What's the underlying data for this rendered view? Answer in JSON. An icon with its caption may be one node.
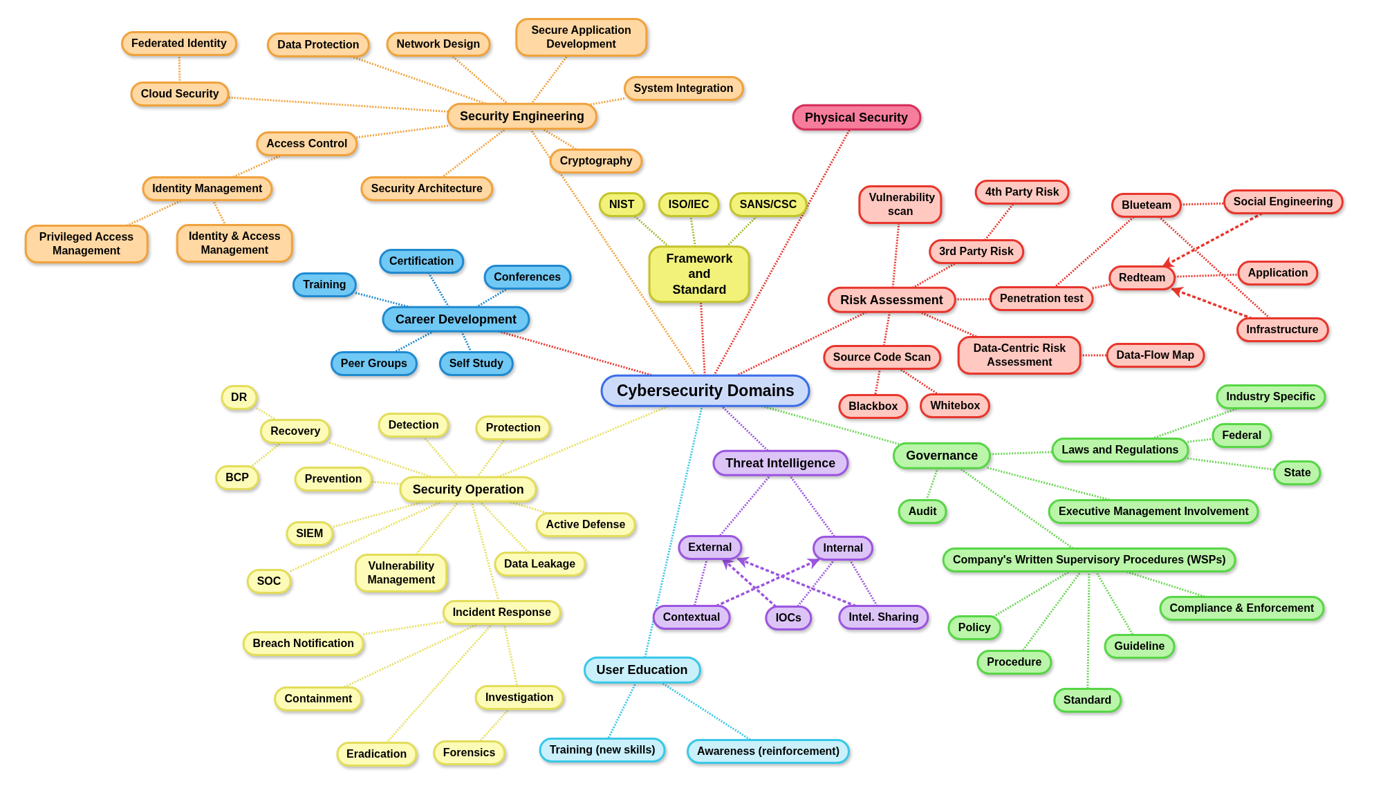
{
  "diagram": {
    "nodes": [
      {
        "text": [
          "Cybersecurity Domains"
        ]
      },
      {
        "text": [
          "Security Engineering"
        ]
      },
      {
        "text": [
          "Federated Identity"
        ]
      },
      {
        "text": [
          "Cloud Security"
        ]
      },
      {
        "text": [
          "Data Protection"
        ]
      },
      {
        "text": [
          "Network Design"
        ]
      },
      {
        "text": [
          "Secure Application Development"
        ]
      },
      {
        "text": [
          "System Integration"
        ]
      },
      {
        "text": [
          "Access Control"
        ]
      },
      {
        "text": [
          "Cryptography"
        ]
      },
      {
        "text": [
          "Security Architecture"
        ]
      },
      {
        "text": [
          "Identity Management"
        ]
      },
      {
        "text": [
          "Privileged Access Management"
        ]
      },
      {
        "text": [
          "Identity & Access Management"
        ]
      },
      {
        "text": [
          "Physical Security"
        ]
      },
      {
        "text": [
          "Framework and Standard"
        ]
      },
      {
        "text": [
          "NIST"
        ]
      },
      {
        "text": [
          "ISO/IEC"
        ]
      },
      {
        "text": [
          "SANS/CSC"
        ]
      },
      {
        "text": [
          "Career Development"
        ]
      },
      {
        "text": [
          "Training"
        ]
      },
      {
        "text": [
          "Certification"
        ]
      },
      {
        "text": [
          "Conferences"
        ]
      },
      {
        "text": [
          "Peer Groups"
        ]
      },
      {
        "text": [
          "Self Study"
        ]
      },
      {
        "text": [
          "Risk Assessment"
        ]
      },
      {
        "text": [
          "Vulnerability scan"
        ]
      },
      {
        "text": [
          "4th Party Risk"
        ]
      },
      {
        "text": [
          "3rd Party Risk"
        ]
      },
      {
        "text": [
          "Penetration test"
        ]
      },
      {
        "text": [
          "Blueteam"
        ]
      },
      {
        "text": [
          "Redteam"
        ]
      },
      {
        "text": [
          "Social Engineering"
        ]
      },
      {
        "text": [
          "Application"
        ]
      },
      {
        "text": [
          "Infrastructure"
        ]
      },
      {
        "text": [
          "Source Code Scan"
        ]
      },
      {
        "text": [
          "Data-Centric Risk Assessment"
        ]
      },
      {
        "text": [
          "Data-Flow Map"
        ]
      },
      {
        "text": [
          "Blackbox"
        ]
      },
      {
        "text": [
          "Whitebox"
        ]
      },
      {
        "text": [
          "Security Operation"
        ]
      },
      {
        "text": [
          "DR"
        ]
      },
      {
        "text": [
          "Recovery"
        ]
      },
      {
        "text": [
          "BCP"
        ]
      },
      {
        "text": [
          "Detection"
        ]
      },
      {
        "text": [
          "Protection"
        ]
      },
      {
        "text": [
          "Prevention"
        ]
      },
      {
        "text": [
          "SIEM"
        ]
      },
      {
        "text": [
          "SOC"
        ]
      },
      {
        "text": [
          "Vulnerability Management"
        ]
      },
      {
        "text": [
          "Active Defense"
        ]
      },
      {
        "text": [
          "Data Leakage"
        ]
      },
      {
        "text": [
          "Incident Response"
        ]
      },
      {
        "text": [
          "Breach Notification"
        ]
      },
      {
        "text": [
          "Containment"
        ]
      },
      {
        "text": [
          "Investigation"
        ]
      },
      {
        "text": [
          "Eradication"
        ]
      },
      {
        "text": [
          "Forensics"
        ]
      },
      {
        "text": [
          "Threat Intelligence"
        ]
      },
      {
        "text": [
          "External"
        ]
      },
      {
        "text": [
          "Internal"
        ]
      },
      {
        "text": [
          "Contextual"
        ]
      },
      {
        "text": [
          "IOCs"
        ]
      },
      {
        "text": [
          "Intel. Sharing"
        ]
      },
      {
        "text": [
          "User Education"
        ]
      },
      {
        "text": [
          "Training (new skills)"
        ]
      },
      {
        "text": [
          "Awareness (reinforcement)"
        ]
      },
      {
        "text": [
          "Governance"
        ]
      },
      {
        "text": [
          "Laws and Regulations"
        ]
      },
      {
        "text": [
          "Industry Specific"
        ]
      },
      {
        "text": [
          "Federal"
        ]
      },
      {
        "text": [
          "State"
        ]
      },
      {
        "text": [
          "Audit"
        ]
      },
      {
        "text": [
          "Executive Management Involvement"
        ]
      },
      {
        "text": [
          "Company's Written Supervisory Procedures (WSPs)"
        ]
      },
      {
        "text": [
          "Policy"
        ]
      },
      {
        "text": [
          "Procedure"
        ]
      },
      {
        "text": [
          "Guideline"
        ]
      },
      {
        "text": [
          "Standard"
        ]
      },
      {
        "text": [
          "Compliance & Enforcement"
        ]
      }
    ],
    "edges": [
      {
        "from": 0,
        "to": 1,
        "arrow": "none",
        "color": "#f0a23c"
      },
      {
        "from": 0,
        "to": 14,
        "arrow": "none",
        "color": "#e8352c"
      },
      {
        "from": 0,
        "to": 15,
        "arrow": "none",
        "color": "#e8352c"
      },
      {
        "from": 0,
        "to": 19,
        "arrow": "none",
        "color": "#e8352c"
      },
      {
        "from": 0,
        "to": 25,
        "arrow": "none",
        "color": "#e8352c"
      },
      {
        "from": 0,
        "to": 40,
        "arrow": "none",
        "color": "#e6e060"
      },
      {
        "from": 0,
        "to": 58,
        "arrow": "none",
        "color": "#9b55e0"
      },
      {
        "from": 0,
        "to": 64,
        "arrow": "none",
        "color": "#37c8e8"
      },
      {
        "from": 0,
        "to": 67,
        "arrow": "none",
        "color": "#6ad655"
      },
      {
        "from": 1,
        "to": 3,
        "arrow": "none",
        "color": "#f0a23c"
      },
      {
        "from": 1,
        "to": 4,
        "arrow": "none",
        "color": "#f0a23c"
      },
      {
        "from": 1,
        "to": 5,
        "arrow": "none",
        "color": "#f0a23c"
      },
      {
        "from": 1,
        "to": 6,
        "arrow": "none",
        "color": "#f0a23c"
      },
      {
        "from": 1,
        "to": 7,
        "arrow": "none",
        "color": "#f0a23c"
      },
      {
        "from": 1,
        "to": 8,
        "arrow": "none",
        "color": "#f0a23c"
      },
      {
        "from": 1,
        "to": 9,
        "arrow": "none",
        "color": "#f0a23c"
      },
      {
        "from": 1,
        "to": 10,
        "arrow": "none",
        "color": "#f0a23c"
      },
      {
        "from": 3,
        "to": 2,
        "arrow": "none",
        "color": "#f0a23c"
      },
      {
        "from": 8,
        "to": 11,
        "arrow": "none",
        "color": "#f0a23c"
      },
      {
        "from": 11,
        "to": 12,
        "arrow": "none",
        "color": "#f0a23c"
      },
      {
        "from": 11,
        "to": 13,
        "arrow": "none",
        "color": "#f0a23c"
      },
      {
        "from": 15,
        "to": 16,
        "arrow": "none",
        "color": "#a8b830"
      },
      {
        "from": 15,
        "to": 17,
        "arrow": "none",
        "color": "#a8b830"
      },
      {
        "from": 15,
        "to": 18,
        "arrow": "none",
        "color": "#a8b830"
      },
      {
        "from": 19,
        "to": 20,
        "arrow": "none",
        "color": "#1f8ad0"
      },
      {
        "from": 19,
        "to": 21,
        "arrow": "none",
        "color": "#1f8ad0"
      },
      {
        "from": 19,
        "to": 22,
        "arrow": "none",
        "color": "#1f8ad0"
      },
      {
        "from": 19,
        "to": 23,
        "arrow": "none",
        "color": "#1f8ad0"
      },
      {
        "from": 19,
        "to": 24,
        "arrow": "none",
        "color": "#1f8ad0"
      },
      {
        "from": 25,
        "to": 26,
        "arrow": "none",
        "color": "#e8352c"
      },
      {
        "from": 25,
        "to": 28,
        "arrow": "none",
        "color": "#e8352c"
      },
      {
        "from": 28,
        "to": 27,
        "arrow": "none",
        "color": "#e8352c"
      },
      {
        "from": 25,
        "to": 29,
        "arrow": "none",
        "color": "#e8352c"
      },
      {
        "from": 29,
        "to": 30,
        "arrow": "none",
        "color": "#e8352c"
      },
      {
        "from": 29,
        "to": 31,
        "arrow": "none",
        "color": "#e8352c"
      },
      {
        "from": 30,
        "to": 32,
        "arrow": "none",
        "color": "#e8352c"
      },
      {
        "from": 30,
        "to": 34,
        "arrow": "none",
        "color": "#e8352c"
      },
      {
        "from": 31,
        "to": 33,
        "arrow": "none",
        "color": "#e8352c"
      },
      {
        "from": 32,
        "to": 31,
        "arrow": "to",
        "style": "dashed",
        "color": "#e8352c"
      },
      {
        "from": 34,
        "to": 31,
        "arrow": "to",
        "style": "dashed",
        "color": "#e8352c"
      },
      {
        "from": 25,
        "to": 35,
        "arrow": "none",
        "color": "#e8352c"
      },
      {
        "from": 25,
        "to": 36,
        "arrow": "none",
        "color": "#e8352c"
      },
      {
        "from": 36,
        "to": 37,
        "arrow": "none",
        "color": "#e8352c"
      },
      {
        "from": 35,
        "to": 38,
        "arrow": "none",
        "color": "#e8352c"
      },
      {
        "from": 35,
        "to": 39,
        "arrow": "none",
        "color": "#e8352c"
      },
      {
        "from": 40,
        "to": 42,
        "arrow": "none",
        "color": "#e6e060"
      },
      {
        "from": 42,
        "to": 41,
        "arrow": "none",
        "color": "#e6e060"
      },
      {
        "from": 42,
        "to": 43,
        "arrow": "none",
        "color": "#e6e060"
      },
      {
        "from": 40,
        "to": 44,
        "arrow": "none",
        "color": "#e6e060"
      },
      {
        "from": 40,
        "to": 45,
        "arrow": "none",
        "color": "#e6e060"
      },
      {
        "from": 40,
        "to": 46,
        "arrow": "none",
        "color": "#e6e060"
      },
      {
        "from": 40,
        "to": 47,
        "arrow": "none",
        "color": "#e6e060"
      },
      {
        "from": 40,
        "to": 48,
        "arrow": "none",
        "color": "#e6e060"
      },
      {
        "from": 40,
        "to": 49,
        "arrow": "none",
        "color": "#e6e060"
      },
      {
        "from": 40,
        "to": 50,
        "arrow": "none",
        "color": "#e6e060"
      },
      {
        "from": 40,
        "to": 51,
        "arrow": "none",
        "color": "#e6e060"
      },
      {
        "from": 40,
        "to": 52,
        "arrow": "none",
        "color": "#e6e060"
      },
      {
        "from": 52,
        "to": 53,
        "arrow": "none",
        "color": "#e6e060"
      },
      {
        "from": 52,
        "to": 54,
        "arrow": "none",
        "color": "#e6e060"
      },
      {
        "from": 52,
        "to": 55,
        "arrow": "none",
        "color": "#e6e060"
      },
      {
        "from": 52,
        "to": 56,
        "arrow": "none",
        "color": "#e6e060"
      },
      {
        "from": 55,
        "to": 57,
        "arrow": "none",
        "color": "#e6e060"
      },
      {
        "from": 58,
        "to": 59,
        "arrow": "none",
        "color": "#9b55e0"
      },
      {
        "from": 58,
        "to": 60,
        "arrow": "none",
        "color": "#9b55e0"
      },
      {
        "from": 59,
        "to": 61,
        "arrow": "none",
        "color": "#9b55e0"
      },
      {
        "from": 60,
        "to": 62,
        "arrow": "none",
        "color": "#9b55e0"
      },
      {
        "from": 60,
        "to": 63,
        "arrow": "none",
        "color": "#9b55e0"
      },
      {
        "from": 62,
        "to": 59,
        "arrow": "to",
        "style": "dashed",
        "color": "#9b55e0"
      },
      {
        "from": 63,
        "to": 59,
        "arrow": "to",
        "style": "dashed",
        "color": "#9b55e0"
      },
      {
        "from": 61,
        "to": 60,
        "arrow": "to",
        "style": "dashed",
        "color": "#9b55e0"
      },
      {
        "from": 64,
        "to": 65,
        "arrow": "none",
        "color": "#37c8e8"
      },
      {
        "from": 64,
        "to": 66,
        "arrow": "none",
        "color": "#37c8e8"
      },
      {
        "from": 67,
        "to": 68,
        "arrow": "none",
        "color": "#6ad655"
      },
      {
        "from": 68,
        "to": 69,
        "arrow": "none",
        "color": "#6ad655"
      },
      {
        "from": 68,
        "to": 70,
        "arrow": "none",
        "color": "#6ad655"
      },
      {
        "from": 68,
        "to": 71,
        "arrow": "none",
        "color": "#6ad655"
      },
      {
        "from": 67,
        "to": 72,
        "arrow": "none",
        "color": "#6ad655"
      },
      {
        "from": 67,
        "to": 73,
        "arrow": "none",
        "color": "#6ad655"
      },
      {
        "from": 67,
        "to": 74,
        "arrow": "none",
        "color": "#6ad655"
      },
      {
        "from": 74,
        "to": 75,
        "arrow": "none",
        "color": "#6ad655"
      },
      {
        "from": 74,
        "to": 76,
        "arrow": "none",
        "color": "#6ad655"
      },
      {
        "from": 74,
        "to": 77,
        "arrow": "none",
        "color": "#6ad655"
      },
      {
        "from": 74,
        "to": 78,
        "arrow": "none",
        "color": "#6ad655"
      },
      {
        "from": 74,
        "to": 79,
        "arrow": "none",
        "color": "#6ad655"
      }
    ]
  }
}
